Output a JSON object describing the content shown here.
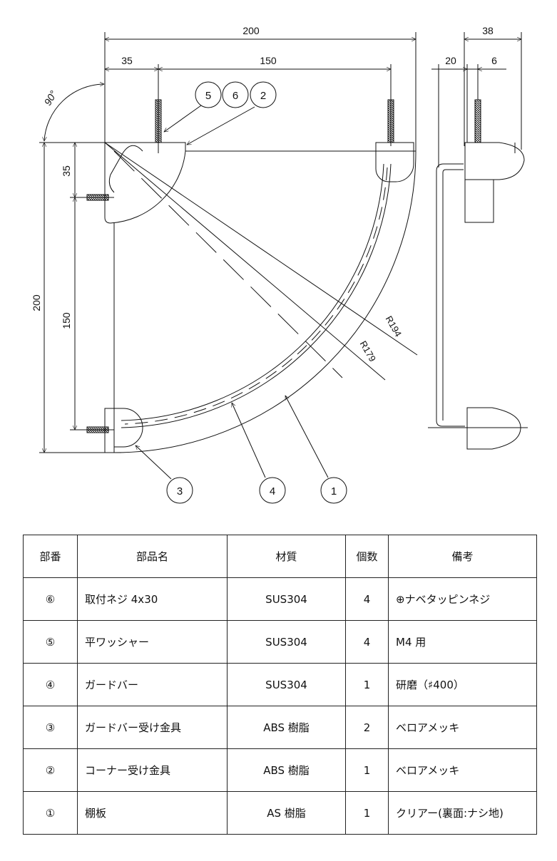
{
  "drawing": {
    "front_view": {
      "dim_total_width": "200",
      "dim_left_offset": "35",
      "dim_screw_span": "150",
      "dim_total_height": "200",
      "dim_top_offset": "35",
      "dim_vertical_screw_span": "150",
      "angle": "90°",
      "radius_outer": "R194",
      "radius_bar": "R179"
    },
    "side_view": {
      "dim_depth": "38",
      "dim_bar_offset": "20",
      "dim_bracket": "6"
    },
    "balloons": [
      "5",
      "6",
      "2",
      "3",
      "4",
      "1"
    ]
  },
  "parts_table": {
    "headers": [
      "部番",
      "部品名",
      "材質",
      "個数",
      "備考"
    ],
    "rows": [
      {
        "no": "⑥",
        "name": "取付ネジ  4x30",
        "material": "SUS304",
        "qty": "4",
        "note": "⊕ナベタッピンネジ"
      },
      {
        "no": "⑤",
        "name": "平ワッシャー",
        "material": "SUS304",
        "qty": "4",
        "note": "M4 用"
      },
      {
        "no": "④",
        "name": "ガードバー",
        "material": "SUS304",
        "qty": "1",
        "note": "研磨（♯400）"
      },
      {
        "no": "③",
        "name": "ガードバー受け金具",
        "material": "ABS 樹脂",
        "qty": "2",
        "note": "ベロアメッキ"
      },
      {
        "no": "②",
        "name": "コーナー受け金具",
        "material": "ABS 樹脂",
        "qty": "1",
        "note": "ベロアメッキ"
      },
      {
        "no": "①",
        "name": "棚板",
        "material": "AS 樹脂",
        "qty": "1",
        "note": "クリアー(裏面:ナシ地)"
      }
    ]
  }
}
